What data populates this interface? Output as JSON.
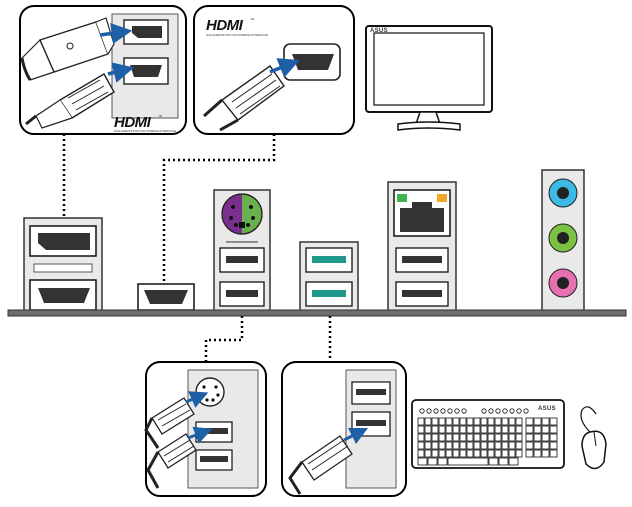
{
  "logos": {
    "hdmi_top": {
      "text": "HDMI",
      "tm": "™",
      "tagline": "HIGH-DEFINITION MULTIMEDIA INTERFACE"
    },
    "hdmi_panel": {
      "text": "HDMI",
      "tm": "™",
      "tagline": "HIGH-DEFINITION MULTIMEDIA INTERFACE"
    },
    "asus_monitor": "ASUS",
    "asus_keyboard": "ASUS"
  },
  "colors": {
    "ps2_keyboard": "#7a2f8f",
    "ps2_mouse": "#6ab04c",
    "usb3_blue": "#1f9a8a",
    "audio_line_in": "#3db9e6",
    "audio_line_out": "#7cc242",
    "audio_mic": "#e870b0",
    "lan_led_green": "#3cb44b",
    "lan_led_orange": "#f4a62a",
    "panel_fill": "#e9e9e9",
    "arrow_blue": "#1f5fa8",
    "board_bar": "#6e6e6e"
  },
  "icons": {
    "arrow": "arrow-right-icon",
    "monitor": "monitor-icon",
    "keyboard": "keyboard-icon",
    "mouse": "mouse-icon",
    "hdmi_port": "hdmi-port-icon",
    "displayport": "displayport-icon",
    "ps2_port": "ps2-port-icon",
    "usb_port": "usb-port-icon",
    "lan_port": "lan-port-icon",
    "audio_jack": "audio-jack-icon"
  }
}
